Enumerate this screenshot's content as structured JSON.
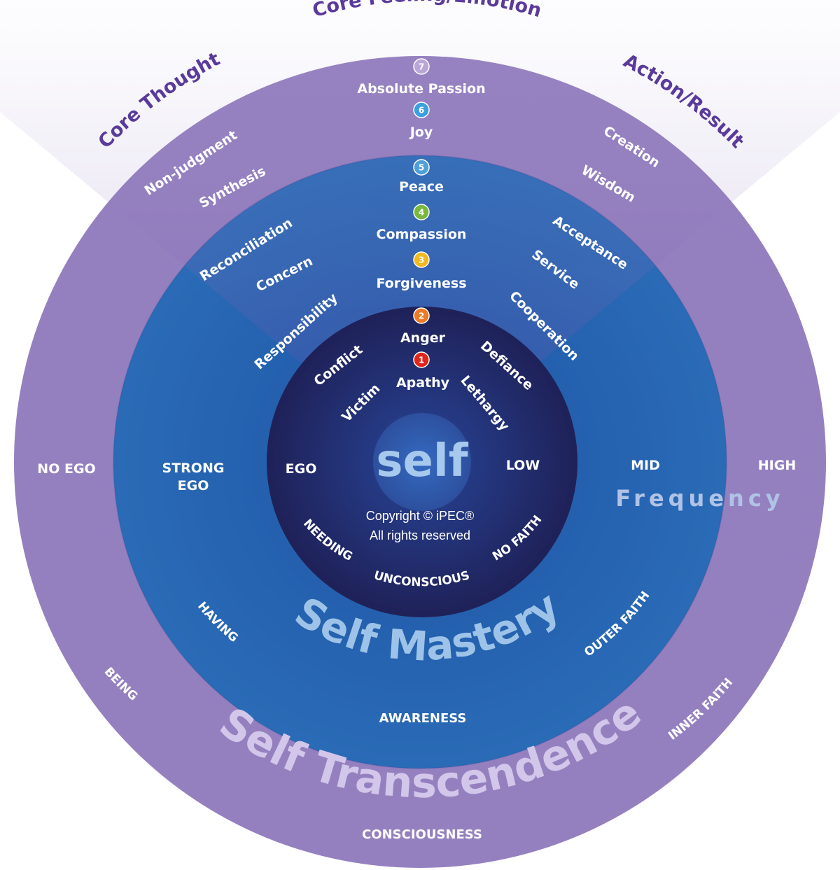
{
  "headers": {
    "core_thought": "Core Thought",
    "core_feeling": "Core Feeling/Emotion",
    "action_result": "Action/Result"
  },
  "levels": [
    {
      "num": "1",
      "label": "Apathy",
      "color": "#e0261c"
    },
    {
      "num": "2",
      "label": "Anger",
      "color": "#ee7a26"
    },
    {
      "num": "3",
      "label": "Forgiveness",
      "color": "#f2b81e"
    },
    {
      "num": "4",
      "label": "Compassion",
      "color": "#79b93c"
    },
    {
      "num": "5",
      "label": "Peace",
      "color": "#4f9fd8"
    },
    {
      "num": "6",
      "label": "Joy",
      "color": "#3d9fe0"
    },
    {
      "num": "7",
      "label": "Absolute Passion",
      "color": "#b9a6d8"
    }
  ],
  "core_thoughts": [
    "Victim",
    "Conflict",
    "Responsibility",
    "Concern",
    "Reconciliation",
    "Synthesis",
    "Non-judgment"
  ],
  "actions": [
    "Lethargy",
    "Defiance",
    "Cooperation",
    "Service",
    "Acceptance",
    "Wisdom",
    "Creation"
  ],
  "inner": {
    "title": "self",
    "copyright_line1": "Copyright © iPEC®",
    "copyright_line2": "All rights reserved",
    "ego": "EGO",
    "low": "LOW",
    "needing": "NEEDING",
    "no_faith": "NO FAITH",
    "unconscious": "UNCONSCIOUS"
  },
  "middle": {
    "title": "Self Mastery",
    "strong_ego_1": "STRONG",
    "strong_ego_2": "EGO",
    "mid": "MID",
    "having": "HAVING",
    "outer_faith": "OUTER FAITH",
    "awareness": "AWARENESS"
  },
  "outer": {
    "title": "Self Transcendence",
    "no_ego": "NO EGO",
    "high": "HIGH",
    "frequency": "Frequency",
    "being": "BEING",
    "inner_faith": "INNER FAITH",
    "consciousness": "CONSCIOUSNESS"
  },
  "colors": {
    "outer_ring": "#9580bf",
    "middle_ring": "#2464b0",
    "inner_circle": "#22245c",
    "header_text": "#5a3a9a",
    "mastery_text": "#9ec3e8",
    "transcendence_text": "#d2c6ea"
  }
}
